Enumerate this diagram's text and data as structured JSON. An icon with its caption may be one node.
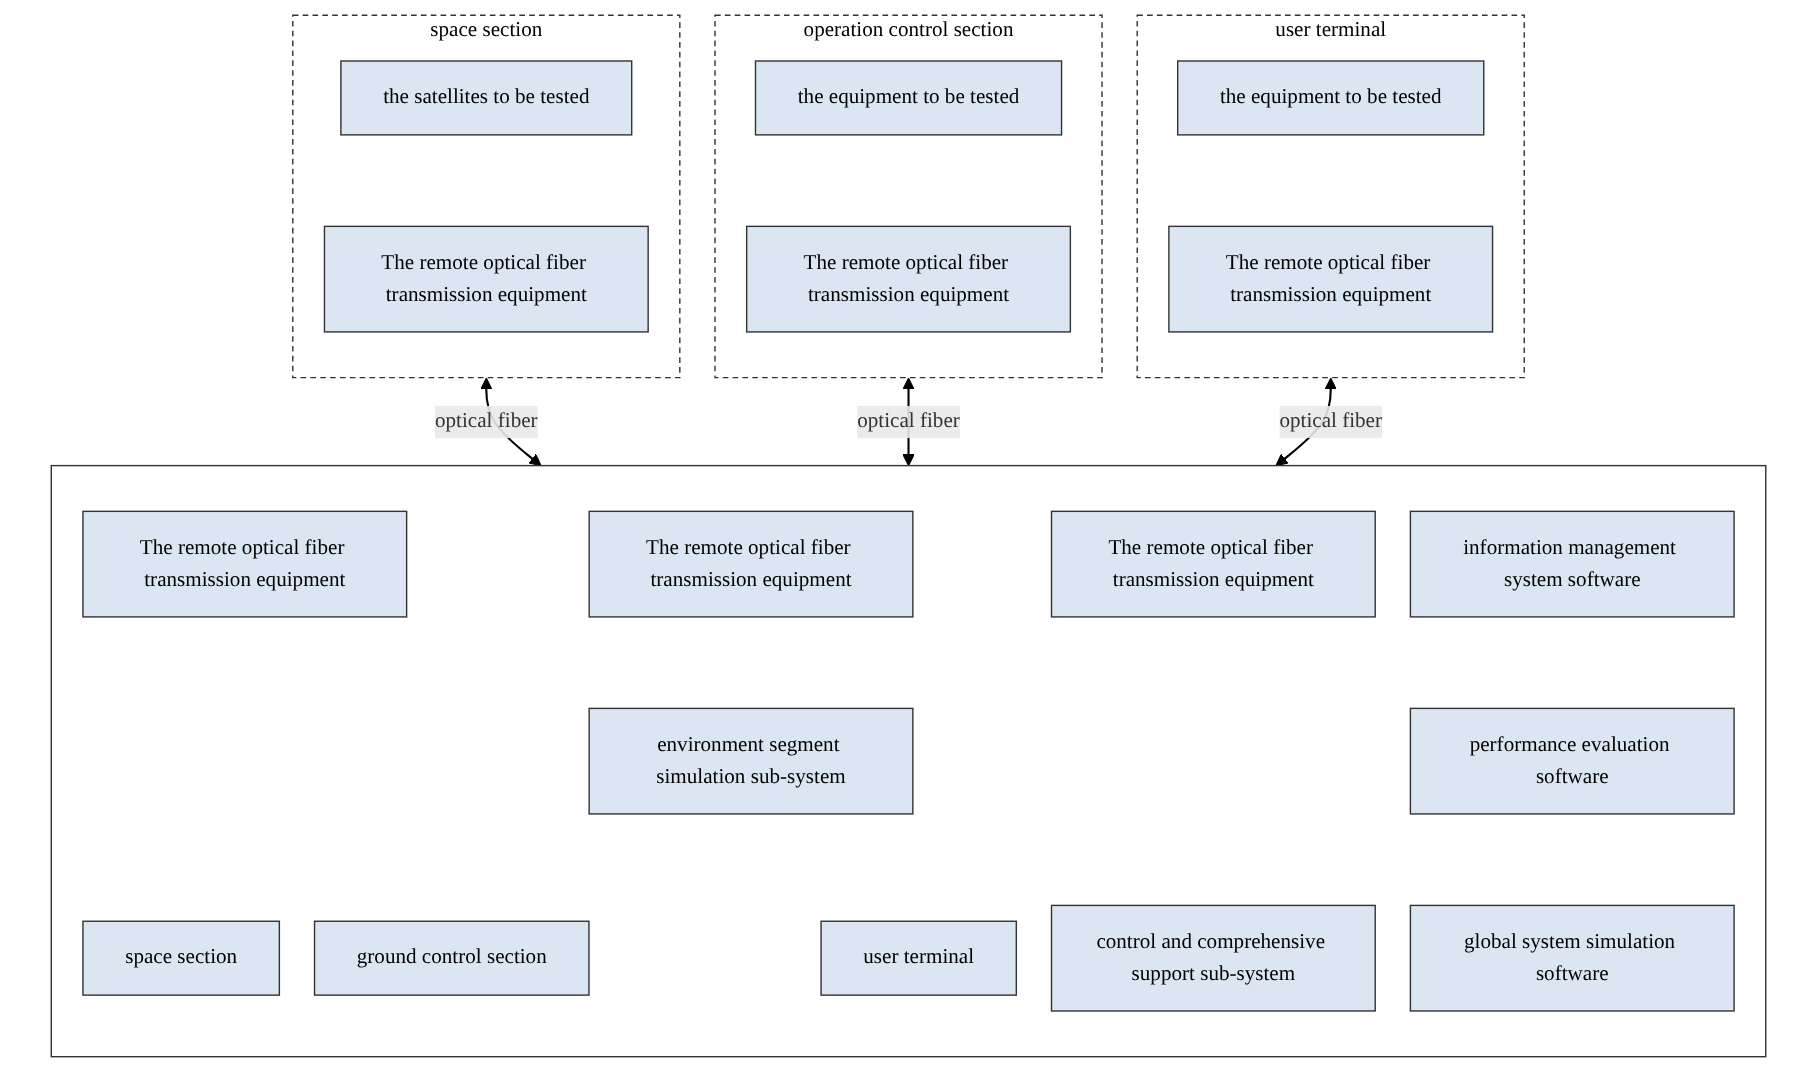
{
  "diagram": {
    "nodes": [
      {
        "text": [
          "space section"
        ]
      },
      {
        "text": [
          "the satellites to be tested"
        ],
        "in": 0
      },
      {
        "text": [
          "The remote optical fiber transmission equipment"
        ],
        "in": 0
      },
      {
        "text": [
          "operation control section"
        ]
      },
      {
        "text": [
          "the equipment to be tested"
        ],
        "in": 3
      },
      {
        "text": [
          "The remote optical fiber transmission equipment"
        ],
        "in": 3
      },
      {
        "text": [
          "user terminal"
        ]
      },
      {
        "text": [
          "the equipment to be tested"
        ],
        "in": 6
      },
      {
        "text": [
          "The remote optical fiber transmission equipment"
        ],
        "in": 6
      },
      {
        "text": [],
        "shape": "box"
      },
      {
        "text": [
          "The remote optical fiber transmission equipment"
        ],
        "in": 9
      },
      {
        "text": [
          "The remote optical fiber transmission equipment"
        ],
        "in": 9
      },
      {
        "text": [
          "The remote optical fiber transmission equipment"
        ],
        "in": 9
      },
      {
        "text": [
          "information management system software"
        ],
        "in": 9
      },
      {
        "text": [
          "environment segment simulation sub-system"
        ],
        "in": 9
      },
      {
        "text": [
          "performance evaluation software"
        ],
        "in": 9
      },
      {
        "text": [
          "space section"
        ],
        "in": 9
      },
      {
        "text": [
          "ground control section"
        ],
        "in": 9
      },
      {
        "text": [
          "user terminal"
        ],
        "in": 9
      },
      {
        "text": [
          "control and comprehensive support sub-system"
        ],
        "in": 9
      },
      {
        "text": [
          "global system simulation software"
        ],
        "in": 9
      }
    ],
    "edges": [
      {
        "from": 0,
        "to": 9,
        "arrow": "both",
        "label": "optical fiber"
      },
      {
        "from": 3,
        "to": 9,
        "arrow": "both",
        "label": "optical fiber"
      },
      {
        "from": 6,
        "to": 9,
        "arrow": "both",
        "label": "optical fiber"
      }
    ]
  }
}
